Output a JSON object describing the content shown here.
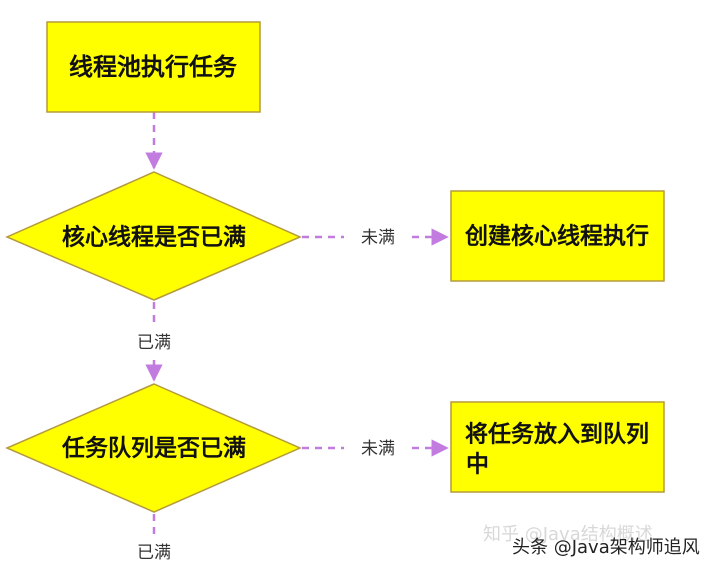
{
  "diagram": {
    "nodes": {
      "start": {
        "label": "线程池执行任务"
      },
      "check_core": {
        "label": "核心线程是否已满"
      },
      "create_core": {
        "label": "创建核心线程执行"
      },
      "check_queue": {
        "label": "任务队列是否已满"
      },
      "enqueue": {
        "line1": "将任务放入到队列",
        "line2": "中"
      }
    },
    "edges": {
      "core_not_full": "未满",
      "core_full": "已满",
      "queue_not_full": "未满",
      "queue_full": "已满"
    }
  },
  "watermark": {
    "faded": "知乎 @Java结构概述",
    "main": "头条 @Java架构师追风"
  },
  "colors": {
    "node_fill": "#ffff00",
    "node_stroke": "#b59a3c",
    "arrow": "#c27ce0"
  }
}
